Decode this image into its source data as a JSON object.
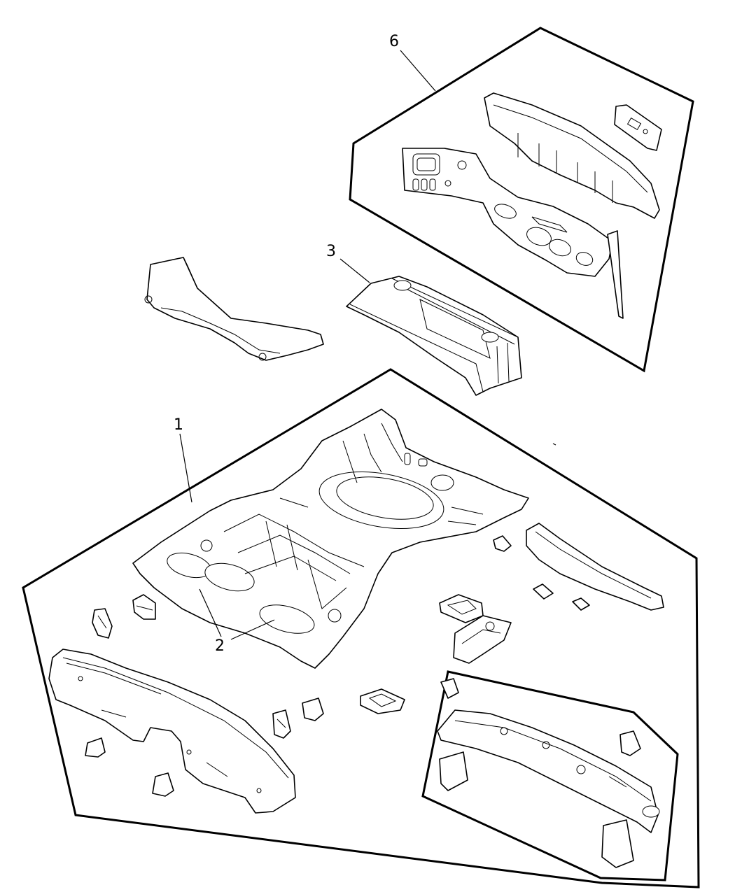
{
  "callouts": {
    "c1": "1",
    "c2": "2",
    "c3": "3",
    "c6": "6"
  },
  "colors": {
    "line": "#000000",
    "background": "#ffffff"
  }
}
